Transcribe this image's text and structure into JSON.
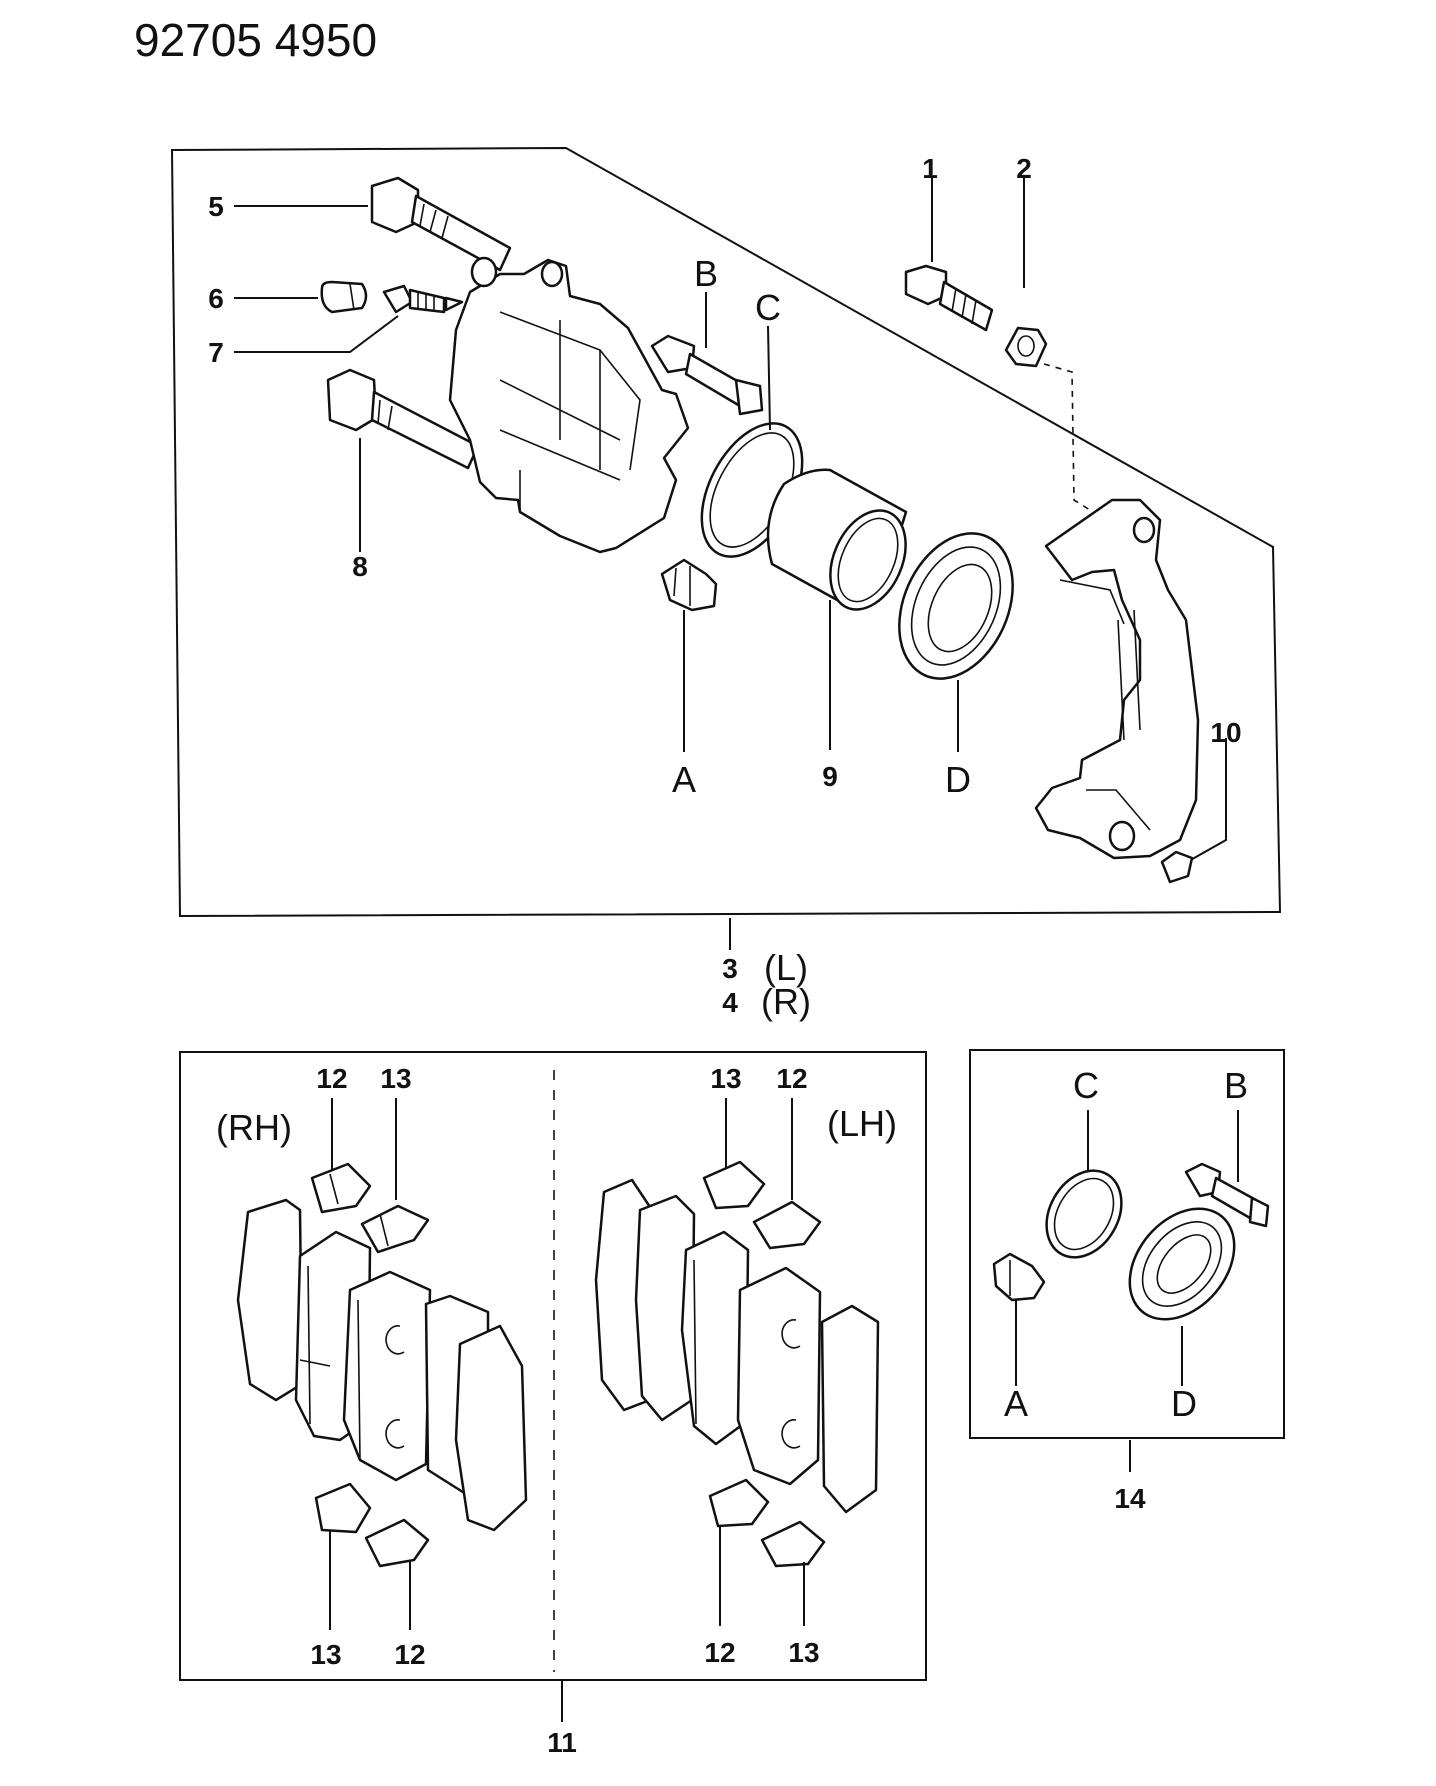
{
  "header": {
    "code": "92705  4950"
  },
  "caliper_box": {
    "callouts": [
      "1",
      "2",
      "5",
      "6",
      "7",
      "8",
      "9",
      "10"
    ],
    "seal_letters": [
      "A",
      "B",
      "C",
      "D"
    ],
    "assembly": {
      "left_no": "3",
      "left_side": "(L)",
      "right_no": "4",
      "right_side": "(R)"
    }
  },
  "pad_box": {
    "assembly_no": "11",
    "rh_label": "(RH)",
    "lh_label": "(LH)",
    "shim_labels": [
      "12",
      "13"
    ]
  },
  "seal_kit_box": {
    "assembly_no": "14",
    "letters": [
      "C",
      "B",
      "A",
      "D"
    ]
  }
}
